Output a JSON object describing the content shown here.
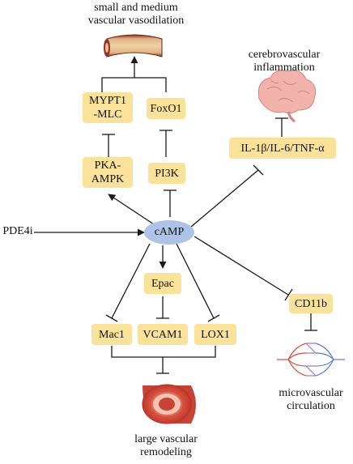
{
  "labels": {
    "vasodilation": "small and medium\nvascular vasodilation",
    "inflammation": "cerebrovascular\ninflammation",
    "microcirculation": "microvascular\ncirculation",
    "remodeling": "large vascular\nremodeling",
    "pde4i": "PDE4i"
  },
  "nodes": {
    "mypt1": "MYPT1\n-MLC",
    "foxo1": "FoxO1",
    "pka": "PKA-\nAMPK",
    "pi3k": "PI3K",
    "il": "IL-1β/IL-6/TNF-α",
    "camp": "cAMP",
    "epac": "Epac",
    "cd11b": "CD11b",
    "mac1": "Mac1",
    "vcam1": "VCAM1",
    "lox1": "LOX1"
  },
  "icons": {
    "vessel_segment": "vessel-segment-icon",
    "brain": "brain-icon",
    "capillary_network": "capillary-network-icon",
    "artery_cross_section": "artery-cross-section-icon"
  },
  "colors": {
    "node_fill": "#fbe29a",
    "camp_fill": "#aec4e6",
    "line": "#1a1a1a"
  }
}
